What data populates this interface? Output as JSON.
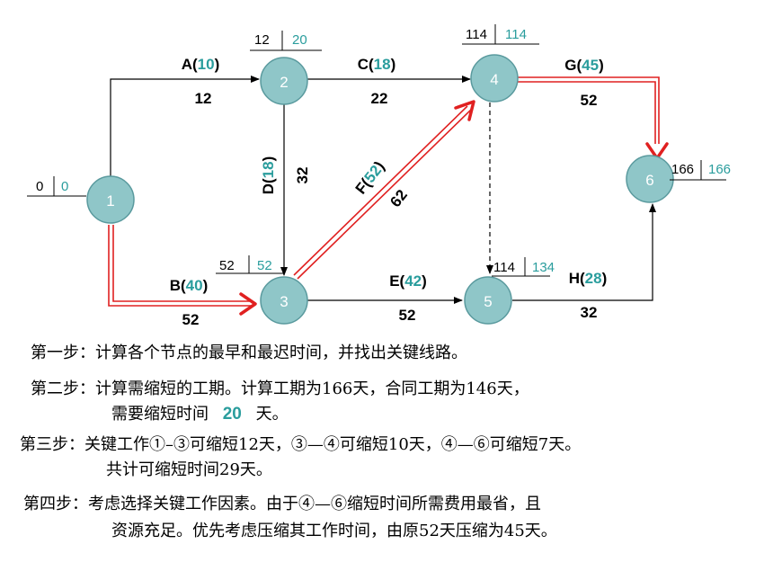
{
  "nodes": [
    {
      "id": "1",
      "es": "0",
      "lf": "0"
    },
    {
      "id": "2",
      "es": "12",
      "lf": "20"
    },
    {
      "id": "3",
      "es": "52",
      "lf": "52"
    },
    {
      "id": "4",
      "es": "114",
      "lf": "114"
    },
    {
      "id": "5",
      "es": "114",
      "lf": "134"
    },
    {
      "id": "6",
      "es": "166",
      "lf": "166"
    }
  ],
  "activities": [
    {
      "name": "A",
      "shortest": "10",
      "duration": "12"
    },
    {
      "name": "B",
      "shortest": "40",
      "duration": "52"
    },
    {
      "name": "C",
      "shortest": "18",
      "duration": "22"
    },
    {
      "name": "D",
      "shortest": "18",
      "duration": "32"
    },
    {
      "name": "E",
      "shortest": "42",
      "duration": "52"
    },
    {
      "name": "F",
      "shortest": "52",
      "duration": "62"
    },
    {
      "name": "G",
      "shortest": "45",
      "duration": "52"
    },
    {
      "name": "H",
      "shortest": "28",
      "duration": "32"
    }
  ],
  "colors": {
    "node_fill": "#8fc6c8",
    "node_stroke": "#5a9a9e",
    "teal_text": "#2a9d9d",
    "critical": "#e02020",
    "arrow": "#000000"
  },
  "steps": {
    "s1": "第一步：计算各个节点的最早和最迟时间，并找出关键线路。",
    "s2a": "第二步：计算需缩短的工期。计算工期为166天，合同工期为146天，",
    "s2b_pre": "需要缩短时间",
    "s2b_value": "20",
    "s2b_post": "天。",
    "s3a": "第三步：关键工作①–③可缩短12天，③—④可缩短10天，④—⑥可缩短7天。",
    "s3b": "共计可缩短时间29天。",
    "s4a": "第四步：考虑选择关键工作因素。由于④—⑥缩短时间所需费用最省，且",
    "s4b": "资源充足。优先考虑压缩其工作时间，由原52天压缩为45天。"
  }
}
